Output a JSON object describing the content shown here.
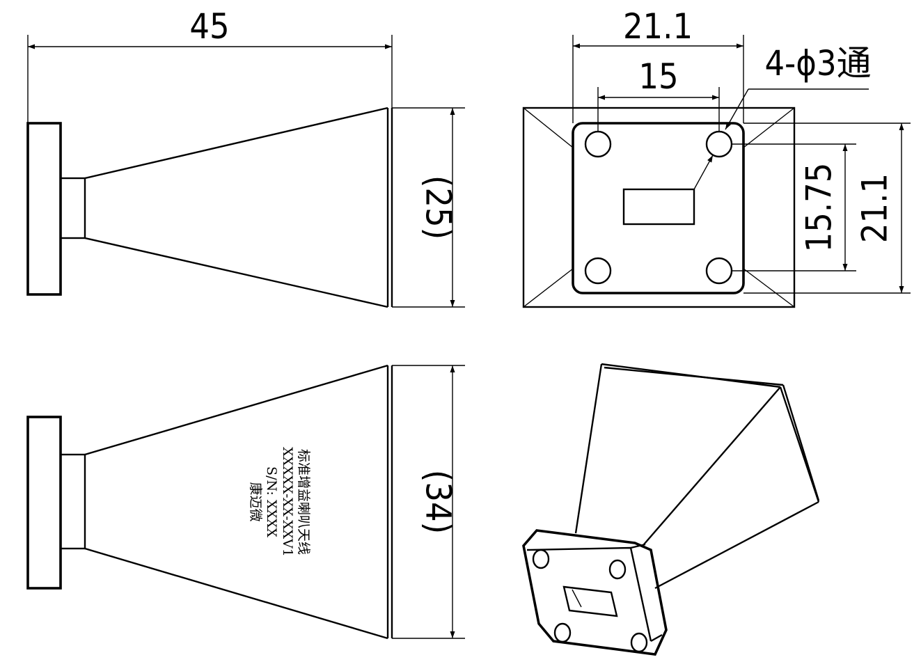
{
  "dimensions": {
    "side_length": "45",
    "side_aperture_height": "(25)",
    "side_aperture_width": "(34)",
    "front_outer_width": "21.1",
    "front_hole_spacing": "15",
    "front_hole_spacing_vertical": "15.75",
    "front_outer_height": "21.1",
    "hole_callout": "4-ϕ3通"
  },
  "label": {
    "line1": "标准增益喇叭天线",
    "line2": "XXXXX-XX-XXV1",
    "line3": "S/N: XXXX",
    "line4": "康迈微"
  }
}
